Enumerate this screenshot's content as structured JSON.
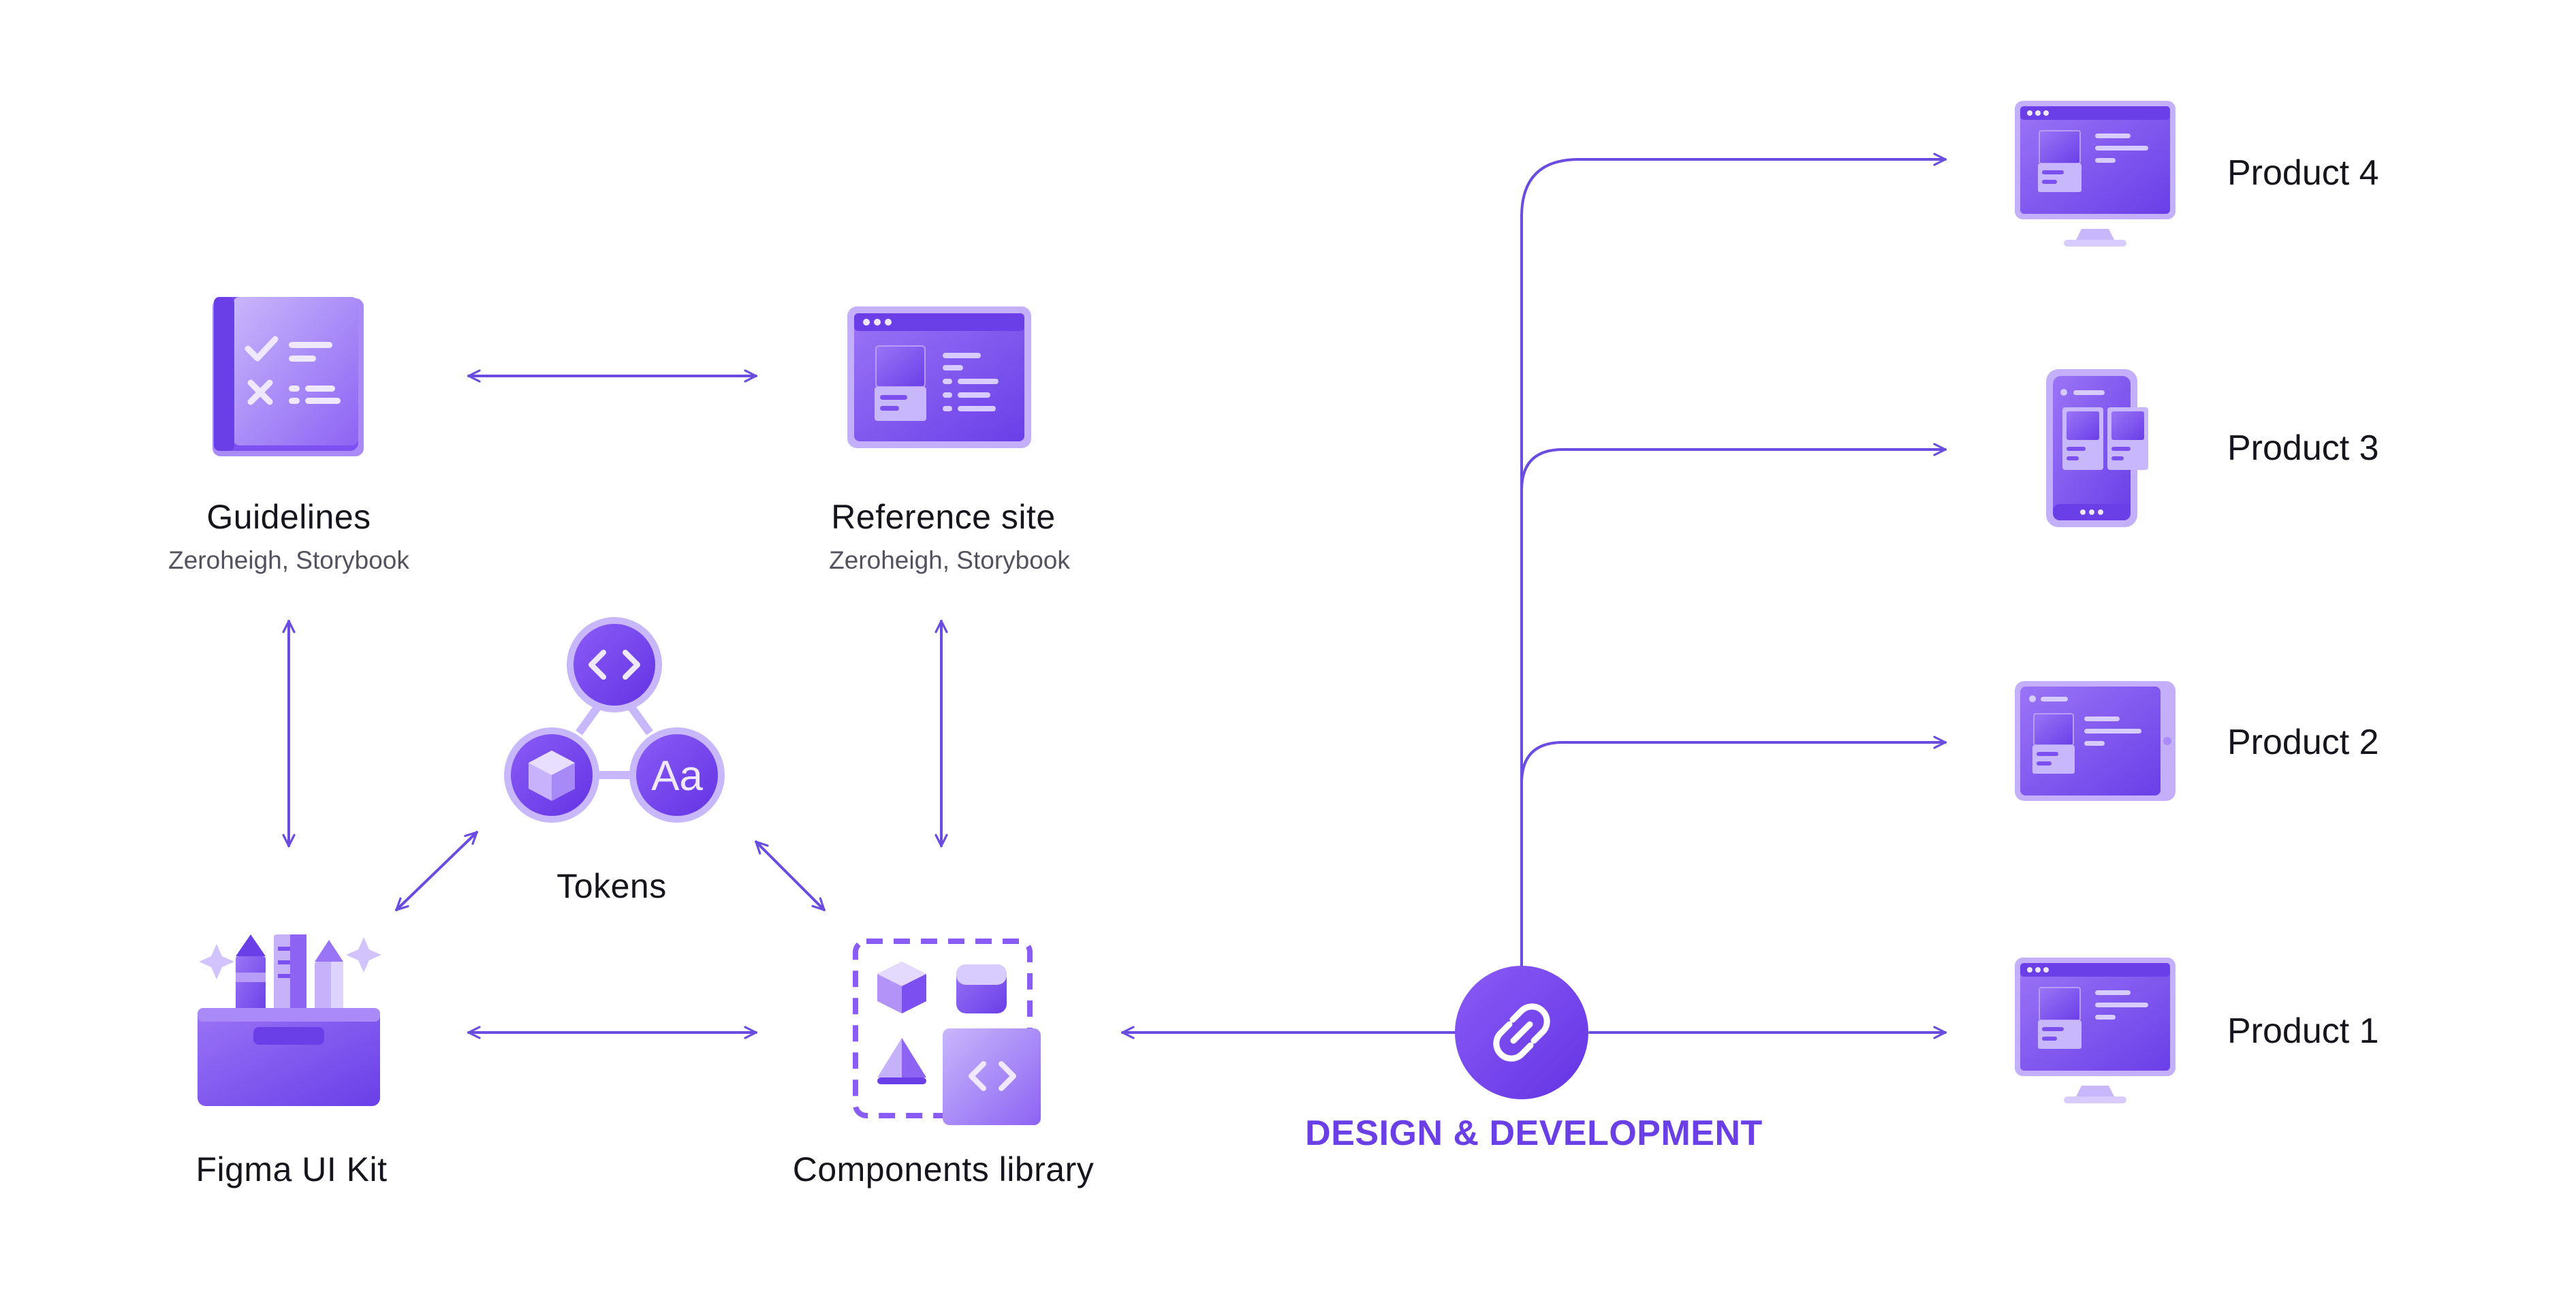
{
  "nodes": {
    "guidelines": {
      "title": "Guidelines",
      "subtitle": "Zeroheigh, Storybook"
    },
    "reference_site": {
      "title": "Reference site",
      "subtitle": "Zeroheigh, Storybook"
    },
    "tokens": {
      "title": "Tokens"
    },
    "figma_ui_kit": {
      "title": "Figma UI Kit"
    },
    "components_library": {
      "title": "Components library"
    },
    "hub": {
      "title": "DESIGN & DEVELOPMENT"
    }
  },
  "products": [
    {
      "label": "Product 4",
      "device": "desktop"
    },
    {
      "label": "Product 3",
      "device": "phone"
    },
    {
      "label": "Product 2",
      "device": "tablet"
    },
    {
      "label": "Product 1",
      "device": "desktop"
    }
  ],
  "icons": {
    "guidelines": "checklist-book-icon",
    "reference_site": "browser-window-icon",
    "tokens": "tokens-triad-icon",
    "figma_ui_kit": "pencil-box-icon",
    "components_library": "components-grid-icon",
    "hub": "link-icon"
  },
  "colors": {
    "accent": "#6b3fe6",
    "line": "#6a4ce0",
    "icon_light": "#c7b5fb",
    "icon_mid": "#a98af6",
    "icon_dark": "#7a4ff0"
  }
}
